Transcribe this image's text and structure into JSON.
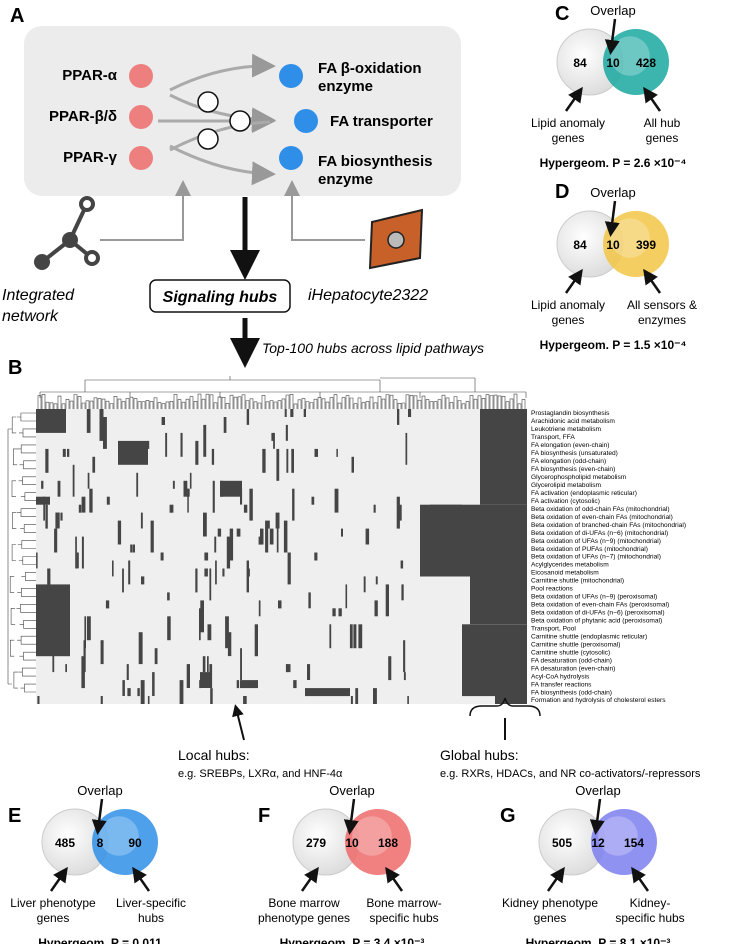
{
  "panel_letters": {
    "a": "A",
    "b": "B",
    "c": "C",
    "d": "D",
    "e": "E",
    "f": "F",
    "g": "G"
  },
  "panel_a": {
    "regulators": [
      "PPAR-α",
      "PPAR-β/δ",
      "PPAR-γ"
    ],
    "targets": [
      [
        "FA β-oxidation",
        "enzyme"
      ],
      [
        "FA transporter"
      ],
      [
        "FA biosynthesis",
        "enzyme"
      ]
    ],
    "network_label": [
      "Integrated",
      "network"
    ],
    "model_label": "iHepatocyte2322",
    "hubs_label": "Signaling hubs",
    "top_label": "Top-100 hubs across lipid pathways"
  },
  "venns": {
    "c": {
      "overlap_label": "Overlap",
      "left": "84",
      "mid": "10",
      "right": "428",
      "left_label": [
        "Lipid anomaly",
        "genes"
      ],
      "right_label": [
        "All hub",
        "genes"
      ],
      "stat": "Hypergeom. P = 2.6 ×10⁻⁴",
      "right_color": "#1aa8a0"
    },
    "d": {
      "overlap_label": "Overlap",
      "left": "84",
      "mid": "10",
      "right": "399",
      "left_label": [
        "Lipid anomaly",
        "genes"
      ],
      "right_label": [
        "All sensors &",
        "enzymes"
      ],
      "stat": "Hypergeom. P = 1.5 ×10⁻⁴",
      "right_color": "#f2c544"
    },
    "e": {
      "overlap_label": "Overlap",
      "left": "485",
      "mid": "8",
      "right": "90",
      "left_label": [
        "Liver phenotype",
        "genes"
      ],
      "right_label": [
        "Liver-specific",
        "hubs"
      ],
      "stat": "Hypergeom. P = 0.011",
      "right_color": "#2f8fe8"
    },
    "f": {
      "overlap_label": "Overlap",
      "left": "279",
      "mid": "10",
      "right": "188",
      "left_label": [
        "Bone marrow",
        "phenotype genes"
      ],
      "right_label": [
        "Bone marrow-",
        "specific hubs"
      ],
      "stat": "Hypergeom. P = 3.4 ×10⁻³",
      "right_color": "#ee6a6a"
    },
    "g": {
      "overlap_label": "Overlap",
      "left": "505",
      "mid": "12",
      "right": "154",
      "left_label": [
        "Kidney phenotype",
        "genes"
      ],
      "right_label": [
        "Kidney-",
        "specific hubs"
      ],
      "stat": "Hypergeom. P = 8.1 ×10⁻³",
      "right_color": "#7d7ff0"
    }
  },
  "heatmap": {
    "pathways": [
      "Prostaglandin biosynthesis",
      "Arachidonic acid metabolism",
      "Leukotriene metabolism",
      "Transport, FFA",
      "FA elongation (even-chain)",
      "FA biosynthesis (unsaturated)",
      "FA elongation (odd-chain)",
      "FA biosynthesis (even-chain)",
      "Glycerophospholipid metabolism",
      "Glycerolipid metabolism",
      "FA activation (endoplasmic reticular)",
      "FA activation (cytosolic)",
      "Beta oxidation of odd-chain FAs (mitochondrial)",
      "Beta oxidation of even-chain FAs (mitochondrial)",
      "Beta oxidation of branched-chain FAs (mitochondrial)",
      "Beta oxidation of di-UFAs (n−6) (mitochondrial)",
      "Beta oxidation of UFAs (n−9) (mitochondrial)",
      "Beta oxidation of PUFAs (mitochondrial)",
      "Beta oxidation of UFAs (n−7) (mitochondrial)",
      "Acylglycerides metabolism",
      "Eicosanoid metabolism",
      "Carnitine shuttle (mitochondrial)",
      "Pool reactions",
      "Beta oxidation of UFAs (n−9) (peroxisomal)",
      "Beta oxidation of even-chain FAs (peroxisomal)",
      "Beta oxidation of di-UFAs (n−6) (peroxisomal)",
      "Beta oxidation of phytanic acid (peroxisomal)",
      "Transport, Pool",
      "Carnitine shuttle (endoplasmic reticular)",
      "Carnitine shuttle (peroxisomal)",
      "Carnitine shuttle (cytosolic)",
      "FA desaturation (odd-chain)",
      "FA desaturation (even-chain)",
      "Acyl-CoA hydrolysis",
      "FA transfer reactions",
      "FA biosynthesis (odd-chain)",
      "Formation and hydrolysis of cholesterol esters"
    ],
    "local_title": "Local hubs:",
    "local_sub": "e.g. SREBPs, LXRα, and HNF-4α",
    "global_title": "Global hubs:",
    "global_sub": "e.g. RXRs, HDACs, and NR co-activators/-repressors"
  },
  "colors": {
    "regulator": "#ee7f7f",
    "target": "#2f8fe8",
    "box": "#ececec",
    "cell_on": "#454545",
    "cell_off": "#efefef",
    "cell": "#c8602a"
  }
}
